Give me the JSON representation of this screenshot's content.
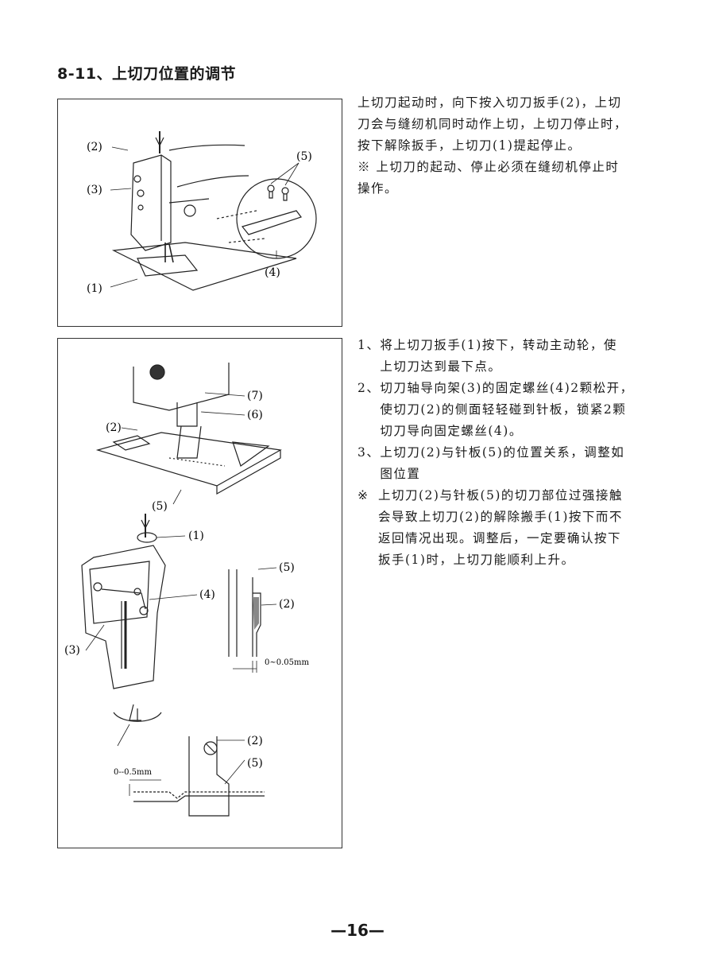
{
  "section_title": "8-11、上切刀位置的调节",
  "description": [
    "上切刀起动时，向下按入切刀扳手(2)，上切",
    "刀会与缝纫机同时动作上切，上切刀停止时，",
    "按下解除扳手，上切刀(1)提起停止。",
    "※ 上切刀的起动、停止必须在缝纫机停止时",
    "操作。"
  ],
  "steps": [
    {
      "num": "1、",
      "lines": [
        "将上切刀扳手(1)按下，转动主动轮，使",
        "上切刀达到最下点。"
      ]
    },
    {
      "num": "2、",
      "lines": [
        "切刀轴导向架(3)的固定螺丝(4)2颗松开，",
        "使切刀(2)的侧面轻轻碰到针板，锁紧2颗",
        "切刀导向固定螺丝(4)。"
      ]
    },
    {
      "num": "3、",
      "lines": [
        "上切刀(2)与针板(5)的位置关系，调整如",
        "图位置"
      ]
    },
    {
      "num": "※",
      "lines": [
        "上切刀(2)与针板(5)的切刀部位过强接触",
        "会导致上切刀(2)的解除搬手(1)按下而不",
        "返回情况出现。调整后，一定要确认按下",
        "扳手(1)时，上切刀能顺利上升。"
      ]
    }
  ],
  "figure1": {
    "labels": {
      "l2": "(2)",
      "l3": "(3)",
      "l1": "(1)",
      "l5": "(5)",
      "l4": "(4)"
    }
  },
  "figure2": {
    "labels": {
      "l7": "(7)",
      "l6": "(6)",
      "l2a": "(2)",
      "l5a": "(5)",
      "l1": "(1)",
      "l4": "(4)",
      "l3": "(3)",
      "l5b": "(5)",
      "l2b": "(2)",
      "gap1": "0~0.05mm",
      "l2c": "(2)",
      "l5c": "(5)",
      "gap2": "0--0.5mm"
    }
  },
  "page_number": "—16—"
}
